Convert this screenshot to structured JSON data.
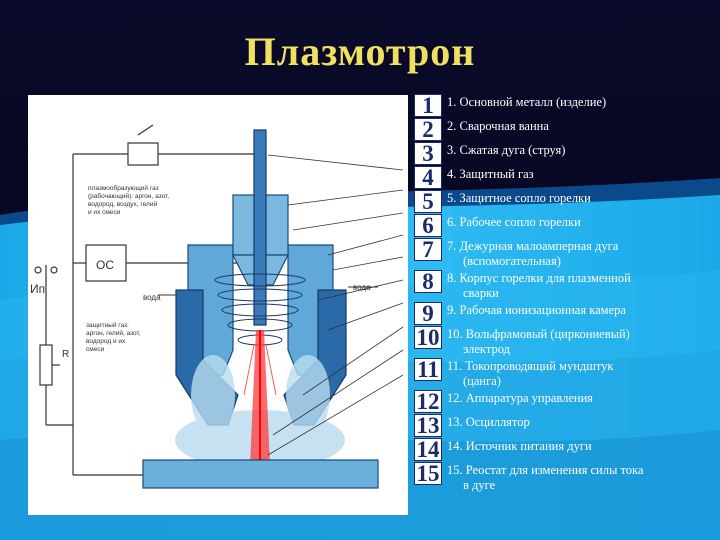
{
  "title": "Плазмотрон",
  "diagram": {
    "labels": {
      "plasma_gas": [
        "плазмообразующий газ",
        "(рабочающий): аргон, азот,",
        "водород, воздух, гелий",
        "и их смеси"
      ],
      "os": "ОС",
      "ip": "Ип",
      "r": "R",
      "water_left": "вода",
      "water_right": "вода",
      "shield_gas": [
        "защитный газ:",
        "аргон, гелий, азот,",
        "водород и их",
        "смеси"
      ]
    }
  },
  "legend": [
    {
      "num": "1",
      "text": "1. Основной металл (изделие)",
      "text2": ""
    },
    {
      "num": "2",
      "text": "2. Сварочная ванна",
      "text2": ""
    },
    {
      "num": "3",
      "text": "3. Сжатая дуга (струя)",
      "text2": ""
    },
    {
      "num": "4",
      "text": "4. Защитный газ",
      "text2": ""
    },
    {
      "num": "5",
      "text": "5. Защитное сопло горелки",
      "text2": ""
    },
    {
      "num": "6",
      "text": "6. Рабочее сопло горелки",
      "text2": ""
    },
    {
      "num": "7",
      "text": "7. Дежурная малоамперная дуга",
      "text2": "(вспомогательная)"
    },
    {
      "num": "8",
      "text": "8. Корпус горелки для плазменной",
      "text2": "сварки"
    },
    {
      "num": "9",
      "text": "9. Рабочая ионизационная камера",
      "text2": ""
    },
    {
      "num": "10",
      "text": "10. Вольфрамовый (циркониевый)",
      "text2": "электрод"
    },
    {
      "num": "11",
      "text": "11. Токопроводящий мундштук",
      "text2": "(цанга)"
    },
    {
      "num": "12",
      "text": "12. Аппаратура управления",
      "text2": ""
    },
    {
      "num": "13",
      "text": "13. Осциллятор",
      "text2": ""
    },
    {
      "num": "14",
      "text": "14. Источник питания дуги",
      "text2": ""
    },
    {
      "num": "15",
      "text": "15. Реостат для изменения силы тока",
      "text2": "в дуге"
    }
  ]
}
